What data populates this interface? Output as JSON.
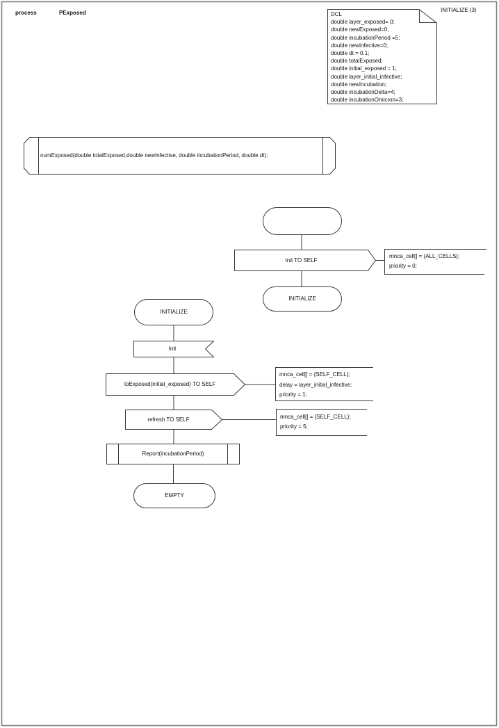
{
  "header": {
    "type_label": "process",
    "process_name": "PExposed"
  },
  "page_reference": "INITIALIZE (3)",
  "declarations": {
    "lines": [
      "DCL",
      "double layer_exposed= 0;",
      "double newExposed=0;",
      "double incubationPeriod =5;",
      "double newInfective=0;",
      "double dt = 0.1;",
      "double totalExposed;",
      "double initial_exposed = 1;",
      "double layer_initial_infective;",
      "double newIncubation;",
      "double incubationDelta=4;",
      "double incubationOmicron=3;"
    ]
  },
  "procedure_declaration": {
    "signature": "numExposed(double totalExposed,double newInfective, double incubationPeriod, double dt);"
  },
  "start_transition": {
    "output_label": "Init TO SELF",
    "comment_lines": [
      "mnca_cell[] = {ALL_CELLS};",
      "priority = 0;"
    ],
    "next_state": "INITIALIZE"
  },
  "state_initialize_transition": {
    "state_label": "INITIALIZE",
    "input_label": "Init",
    "output_toexposed_label": "toExposed(initial_exposed) TO SELF",
    "toexposed_comment_lines": [
      "mnca_cell[] = {SELF_CELL};",
      "delay = layer_initial_infective;",
      "priority = 1;"
    ],
    "output_refresh_label": "refresh TO SELF",
    "refresh_comment_lines": [
      "mnca_cell[] = {SELF_CELL};",
      "priority = 5;"
    ],
    "procedure_call_label": "Report(incubationPeriod)",
    "next_state": "EMPTY"
  },
  "colors": {
    "shape_stroke": "#383838",
    "page_border": "#7f7f7f",
    "background": "#ffffff"
  }
}
